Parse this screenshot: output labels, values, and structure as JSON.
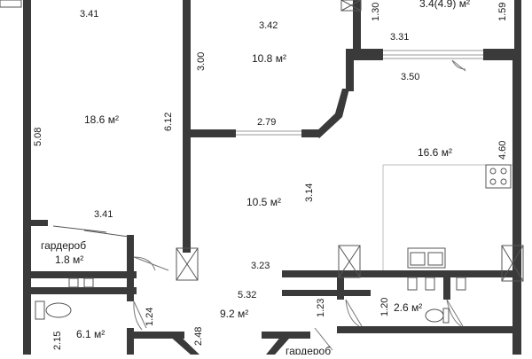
{
  "rooms": [
    {
      "id": "bedroom_left",
      "area": "18.6 м²"
    },
    {
      "id": "bedroom_top",
      "area": "10.8 м²"
    },
    {
      "id": "balcony",
      "area": "3.4(4.9) м²"
    },
    {
      "id": "kitchen_living",
      "area": "16.6 м²"
    },
    {
      "id": "hall",
      "area": "10.5 м²"
    },
    {
      "id": "wardrobe_left",
      "label": "гардероб",
      "area": "1.8 м²"
    },
    {
      "id": "bathroom_left",
      "area": "6.1 м²"
    },
    {
      "id": "corridor",
      "area": "9.2 м²"
    },
    {
      "id": "toilet",
      "area": "2.6 м²"
    },
    {
      "id": "wardrobe_bottom",
      "label": "гардероб"
    }
  ],
  "dimensions": {
    "d_341_top": "3.41",
    "d_342": "3.42",
    "d_130": "1.30",
    "d_159": "1.59",
    "d_331": "3.31",
    "d_300": "3.00",
    "d_350": "3.50",
    "d_508": "5.08",
    "d_612": "6.12",
    "d_279": "2.79",
    "d_460": "4.60",
    "d_314": "3.14",
    "d_341_mid": "3.41",
    "d_323": "3.23",
    "d_532": "5.32",
    "d_124_left": "1.24",
    "d_123": "1.23",
    "d_120": "1.20",
    "d_215": "2.15",
    "d_248": "2.48"
  },
  "colors": {
    "wall": "#3a3a3a",
    "window": "#9a9a9a",
    "line": "#555555"
  }
}
